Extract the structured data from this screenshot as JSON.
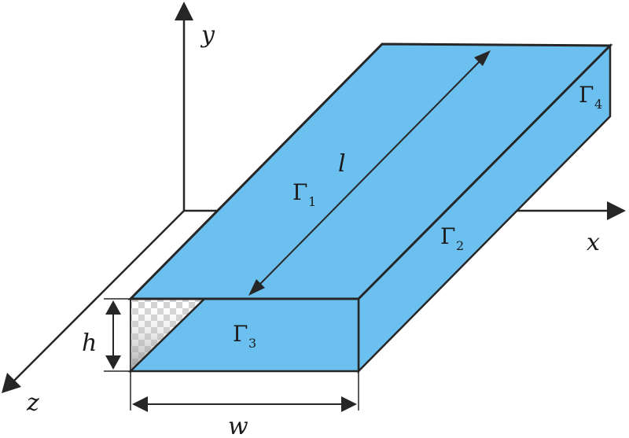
{
  "colors": {
    "face_fill": "#6cc0ef",
    "edge": "#262626",
    "checker_light": "#ffffff",
    "checker_dark": "#cfcfcf"
  },
  "axes": {
    "x_label": "x",
    "y_label": "y",
    "z_label": "z"
  },
  "dimensions": {
    "length_label": "l",
    "width_label": "w",
    "height_label": "h"
  },
  "boundaries": [
    {
      "symbol": "Γ",
      "index": "1"
    },
    {
      "symbol": "Γ",
      "index": "2"
    },
    {
      "symbol": "Γ",
      "index": "3"
    },
    {
      "symbol": "Γ",
      "index": "4"
    }
  ]
}
